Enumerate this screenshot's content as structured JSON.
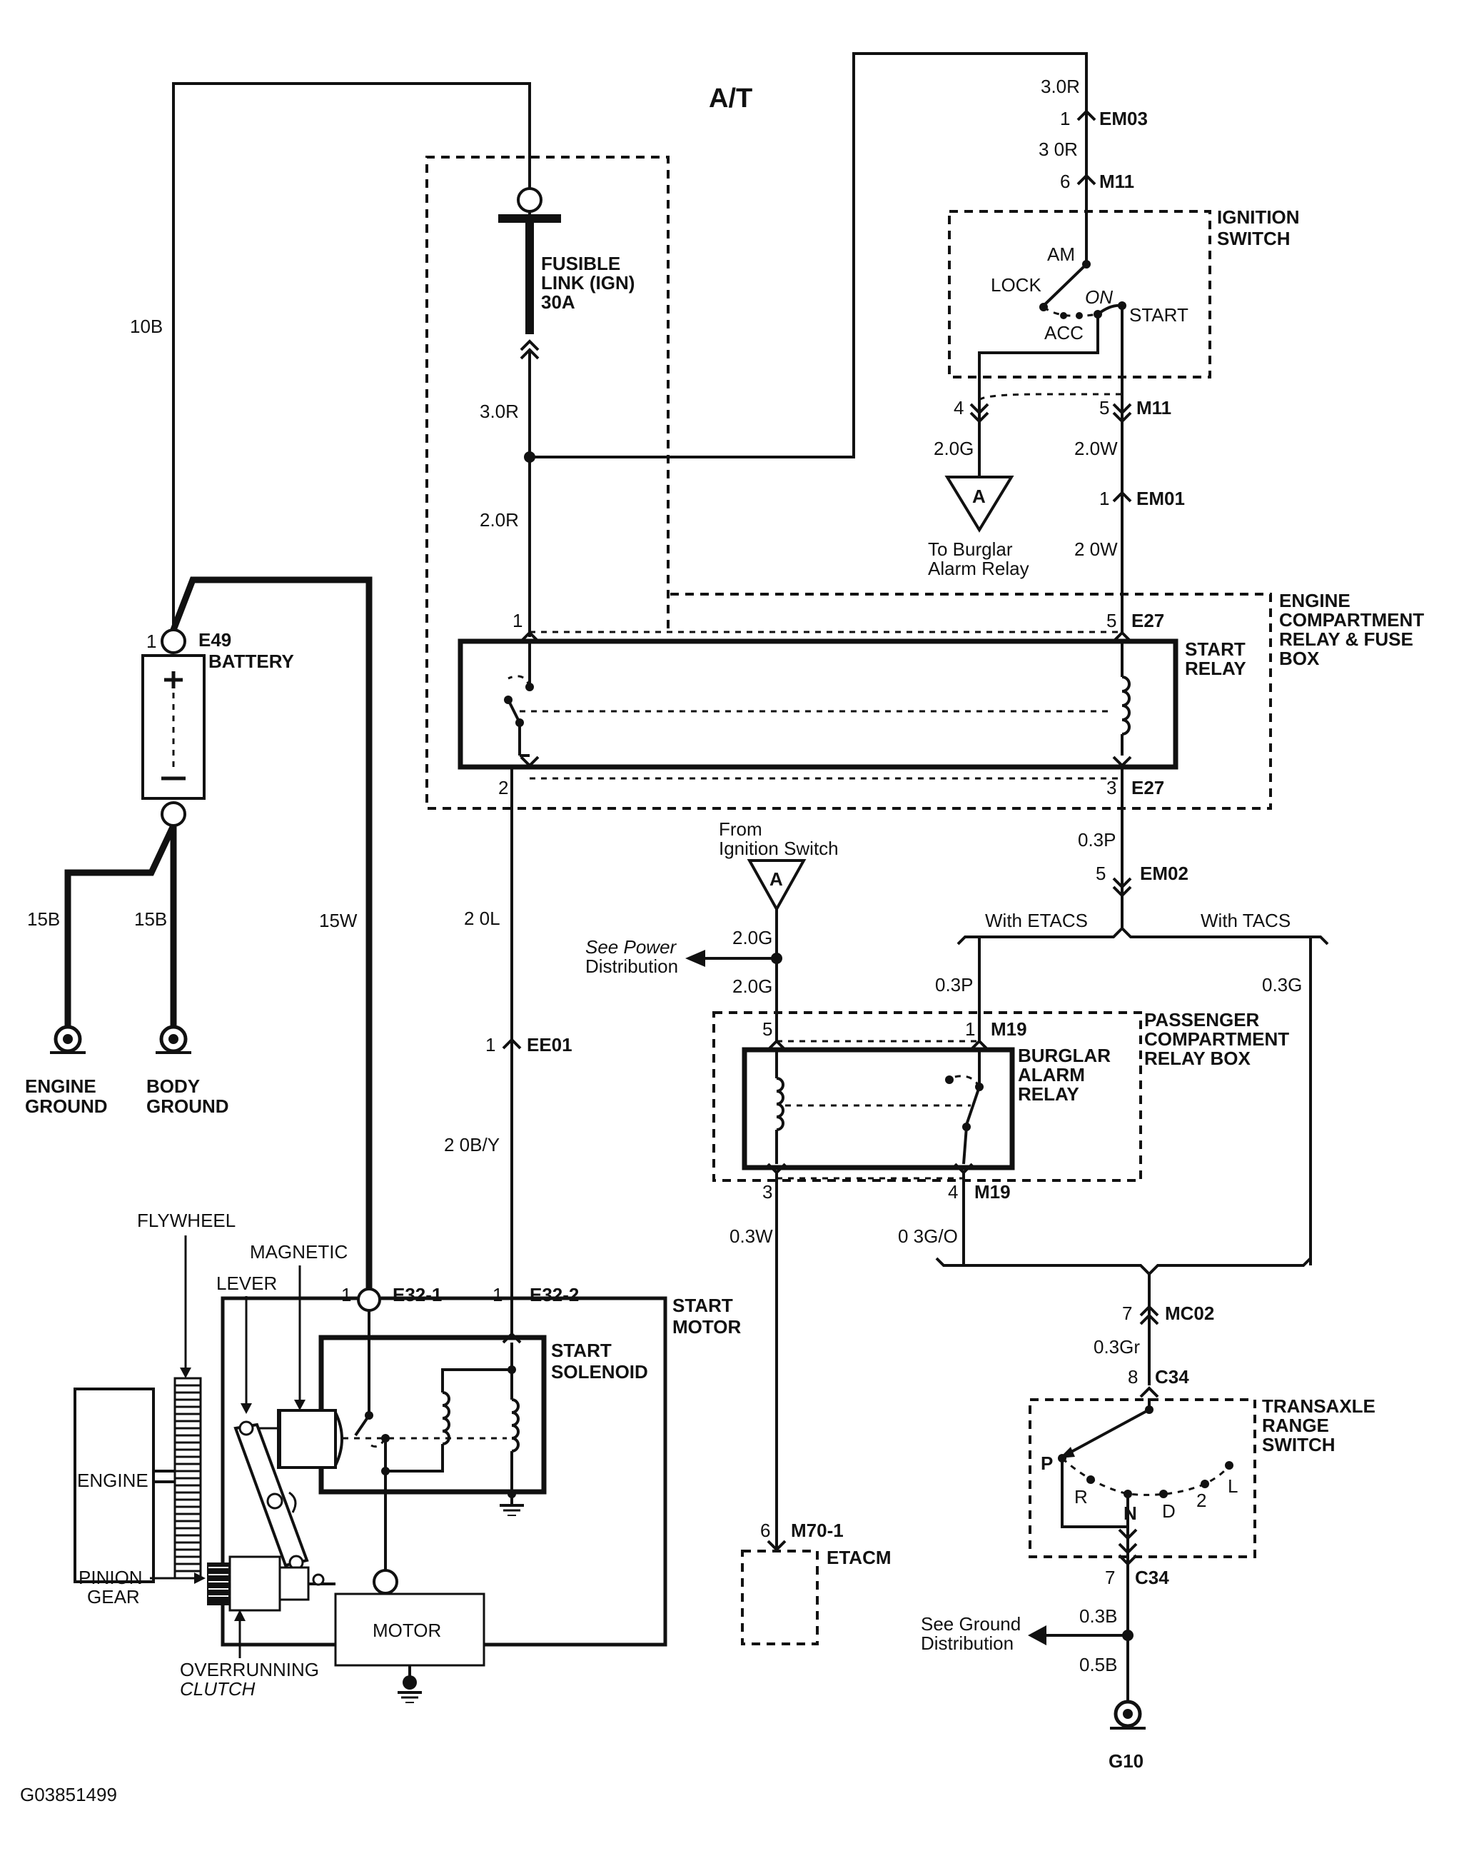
{
  "title": "A/T",
  "figure_id": "G03851499",
  "components": {
    "battery": "BATTERY",
    "fusible_link": [
      "FUSIBLE",
      "LINK (IGN)",
      "30A"
    ],
    "ignition_switch": [
      "IGNITION",
      "SWITCH"
    ],
    "ign_positions": {
      "am": "AM",
      "lock": "LOCK",
      "on": "ON",
      "start": "START",
      "acc": "ACC"
    },
    "engine_box": [
      "ENGINE",
      "COMPARTMENT",
      "RELAY & FUSE",
      "BOX"
    ],
    "start_relay": [
      "START",
      "RELAY"
    ],
    "passenger_box": [
      "PASSENGER",
      "COMPARTMENT",
      "RELAY BOX"
    ],
    "burglar_relay": [
      "BURGLAR",
      "ALARM",
      "RELAY"
    ],
    "start_motor": [
      "START",
      "MOTOR"
    ],
    "start_solenoid": [
      "START",
      "SOLENOID"
    ],
    "motor": "MOTOR",
    "engine": "ENGINE",
    "flywheel": "FLYWHEEL",
    "magnetic": "MAGNETIC",
    "lever": "LEVER",
    "pinion": [
      "PINION",
      "GEAR"
    ],
    "overrunning": [
      "OVERRUNNING",
      "CLUTCH"
    ],
    "etacm": "ETACM",
    "transaxle": [
      "TRANSAXLE",
      "RANGE",
      "SWITCH"
    ],
    "trs_positions": {
      "p": "P",
      "r": "R",
      "n": "N",
      "d": "D",
      "two": "2",
      "l": "L"
    },
    "engine_ground": [
      "ENGINE",
      "GROUND"
    ],
    "body_ground": [
      "BODY",
      "GROUND"
    ],
    "g10": "G10"
  },
  "offpage": {
    "to_alarm": [
      "To Burglar",
      "Alarm Relay"
    ],
    "from_ign": [
      "From",
      "Ignition Switch"
    ],
    "connector_letter": "A",
    "see_power": [
      "See Power",
      "Distribution"
    ],
    "see_ground": [
      "See Ground",
      "Distribution"
    ]
  },
  "options": {
    "etacs": "With ETACS",
    "tacs": "With TACS"
  },
  "connectors": {
    "em03": "EM03",
    "m11": "M11",
    "em01": "EM01",
    "e27": "E27",
    "em02": "EM02",
    "e49": "E49",
    "ee01": "EE01",
    "e32_1": "E32-1",
    "e32_2": "E32-2",
    "m19": "M19",
    "mc02": "MC02",
    "c34": "C34",
    "m70_1": "M70-1"
  },
  "pins": {
    "p1": "1",
    "p2": "2",
    "p3": "3",
    "p4": "4",
    "p5": "5",
    "p6": "6",
    "p7": "7",
    "p8": "8"
  },
  "wires": {
    "w_10b": "10B",
    "w_30r_top": "3.0R",
    "w_30r_mid": "3 0R",
    "w_30r_left": "3.0R",
    "w_20r": "2.0R",
    "w_20g_ign": "2.0G",
    "w_20w": "2.0W",
    "w_20w_b": "2 0W",
    "w_15b_a": "15B",
    "w_15b_b": "15B",
    "w_15w": "15W",
    "w_20l": "2 0L",
    "w_20by": "2 0B/Y",
    "w_03p_a": "0.3P",
    "w_03p_b": "0.3P",
    "w_03g": "0.3G",
    "w_20g_a": "2.0G",
    "w_20g_b": "2.0G",
    "w_03w": "0.3W",
    "w_03go": "0 3G/O",
    "w_03gr": "0.3Gr",
    "w_03b": "0.3B",
    "w_05b": "0.5B"
  }
}
